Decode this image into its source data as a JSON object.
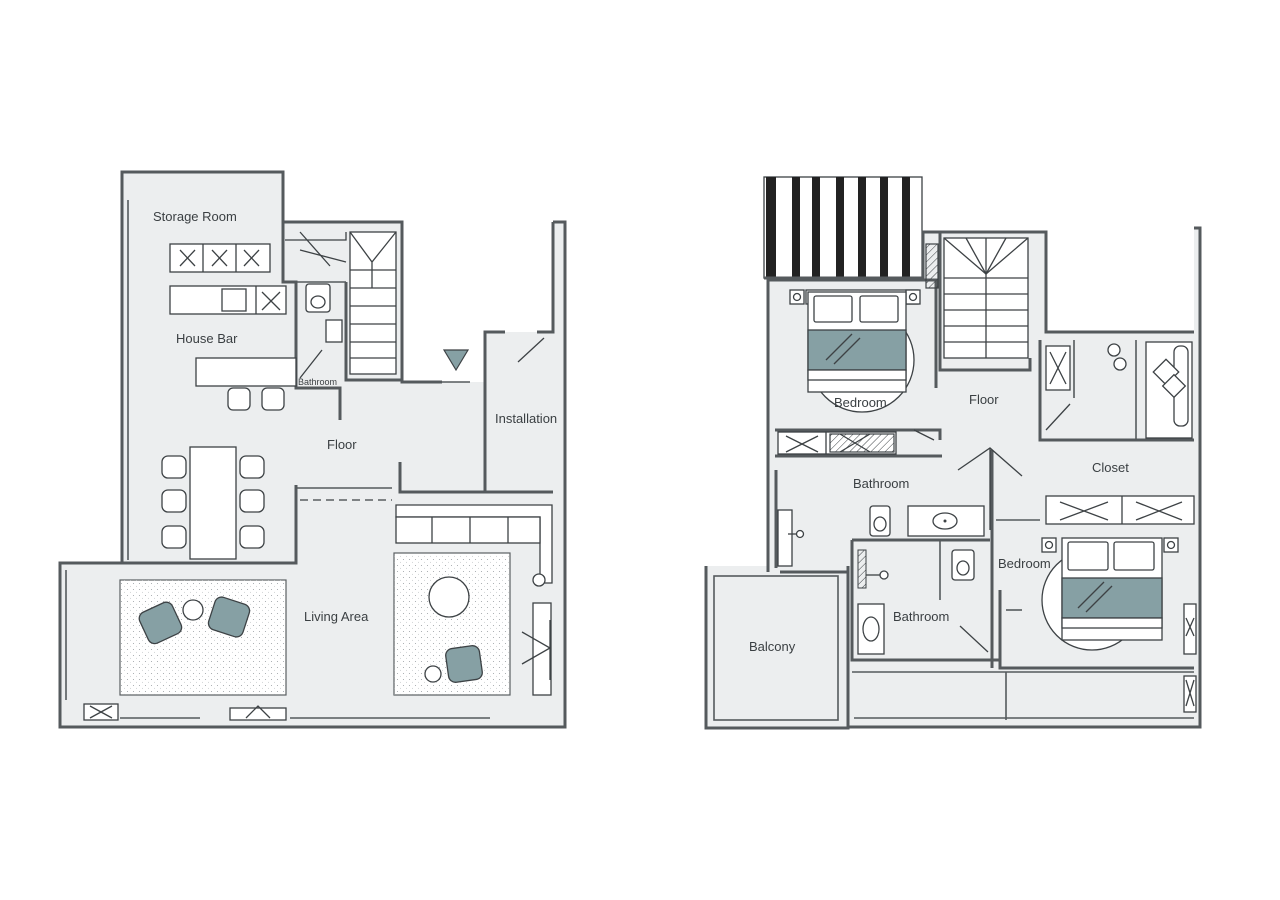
{
  "colors": {
    "wall": "#555a5d",
    "floor": "#eceeef",
    "accent": "#86a0a4"
  },
  "ground_floor": {
    "rooms": {
      "storage": "Storage Room",
      "bar": "House Bar",
      "bath": "Bathroom",
      "floor": "Floor",
      "installation": "Installation",
      "living": "Living Area"
    }
  },
  "upper_floor": {
    "rooms": {
      "bed1": "Bedroom",
      "floor": "Floor",
      "closet": "Closet",
      "bath1": "Bathroom",
      "bed2": "Bedroom",
      "bath2": "Bathroom",
      "balcony": "Balcony"
    }
  }
}
